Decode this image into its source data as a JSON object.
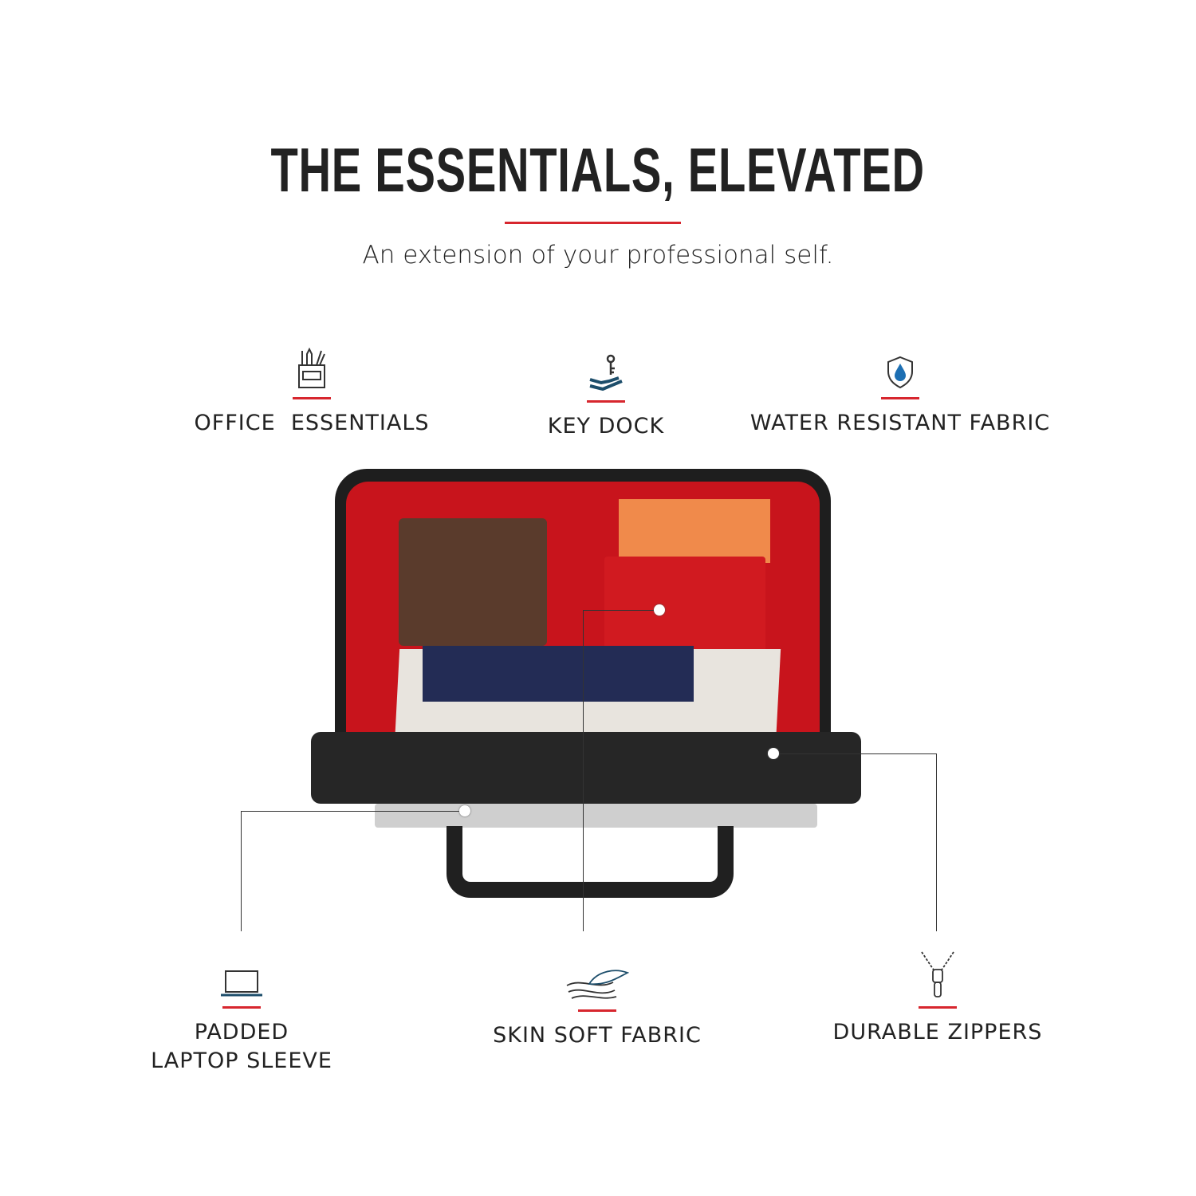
{
  "header": {
    "title": "THE ESSENTIALS, ELEVATED",
    "subtitle": "An extension of your professional self."
  },
  "features_top": [
    {
      "label": "OFFICE  ESSENTIALS",
      "icon": "pen-holder-icon"
    },
    {
      "label": "KEY DOCK",
      "icon": "key-hand-icon"
    },
    {
      "label": "WATER RESISTANT FABRIC",
      "icon": "shield-drop-icon"
    }
  ],
  "features_bottom": [
    {
      "label": "PADDED",
      "label2": "LAPTOP SLEEVE",
      "icon": "laptop-icon"
    },
    {
      "label": "SKIN SOFT FABRIC",
      "icon": "feather-icon"
    },
    {
      "label": "DURABLE ZIPPERS",
      "icon": "zipper-icon"
    }
  ],
  "colors": {
    "accent": "#d7262e",
    "bag": "#1e1e1e",
    "lining": "#c8141c"
  }
}
